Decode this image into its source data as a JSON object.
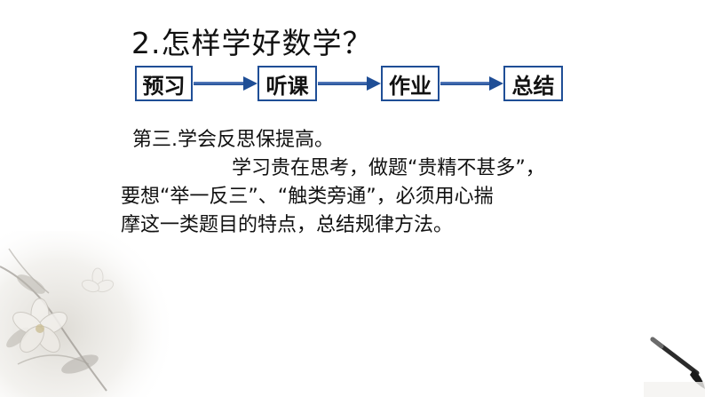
{
  "slide": {
    "title": "2.怎样学好数学？",
    "flow": [
      {
        "label": "预习"
      },
      {
        "label": "听课"
      },
      {
        "label": "作业"
      },
      {
        "label": "总结"
      }
    ],
    "paragraph": {
      "line1": "第三.学会反思保提高。",
      "line2": "学习贵在思考，做题“贵精不甚多”，",
      "line3": "要想“举一反三”、“触类旁通”，必须用心揣",
      "line4": "摩这一类题目的特点，总结规律方法。"
    }
  },
  "colors": {
    "box_border": "#1f4e96",
    "arrow": "#1f4e96",
    "text": "#111111"
  },
  "decor": {
    "left_bottom": "lotus-flower-painting",
    "right_bottom": "calligraphy-brush"
  }
}
